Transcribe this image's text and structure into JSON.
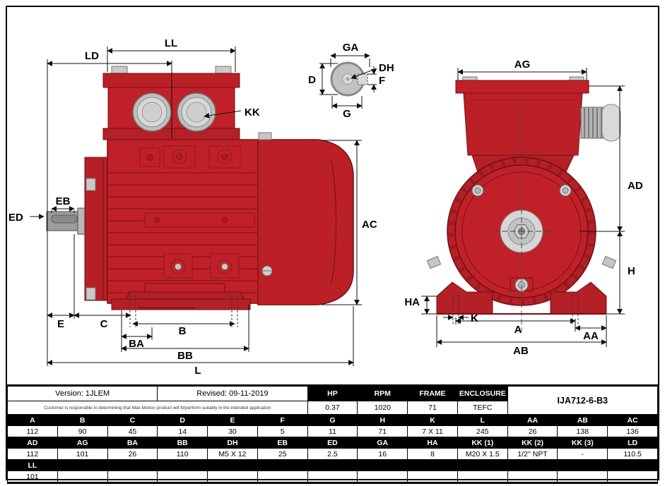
{
  "colors": {
    "motor_red": "#c02128",
    "motor_red_dark": "#8f161c",
    "motor_red_deep": "#701014",
    "metal_gray_light": "#d8d8d8",
    "metal_gray": "#c0c0c0",
    "line_black": "#1a1a1a",
    "header_bg": "#000000",
    "header_text": "#ffffff"
  },
  "drawing": {
    "side_view_labels": {
      "LD": "LD",
      "LL": "LL",
      "KK": "KK",
      "ED": "ED",
      "EB": "EB",
      "AC": "AC",
      "E": "E",
      "C": "C",
      "B": "B",
      "BA": "BA",
      "BB": "BB",
      "L": "L"
    },
    "shaft_view_labels": {
      "GA": "GA",
      "D": "D",
      "DH": "DH",
      "F": "F",
      "G": "G"
    },
    "front_view_labels": {
      "AG": "AG",
      "AD": "AD",
      "H": "H",
      "HA": "HA",
      "K": "K",
      "A": "A",
      "AA": "AA",
      "AB": "AB"
    }
  },
  "table": {
    "version": "Version: 1JLEM",
    "revised": "Revised: 09-11-2019",
    "disclaimer": "Customer is responsible in determining that Max Motion product will fit/perform suitably in the intended application",
    "model": "IJA712-6-B3",
    "spec_headers": [
      "HP",
      "RPM",
      "FRAME",
      "ENCLOSURE"
    ],
    "spec_values": [
      "0.37",
      "1020",
      "71",
      "TEFC"
    ],
    "dim_rows": [
      {
        "headers": [
          "A",
          "B",
          "C",
          "D",
          "E",
          "F",
          "G",
          "H",
          "K",
          "L",
          "AA",
          "AB",
          "AC"
        ],
        "values": [
          "112",
          "90",
          "45",
          "14",
          "30",
          "5",
          "11",
          "71",
          "7 X 11",
          "245",
          "26",
          "138",
          "136"
        ]
      },
      {
        "headers": [
          "AD",
          "AG",
          "BA",
          "BB",
          "DH",
          "EB",
          "ED",
          "GA",
          "HA",
          "KK (1)",
          "KK (2)",
          "KK (3)",
          "LD"
        ],
        "values": [
          "112",
          "101",
          "26",
          "110",
          "M5 X 12",
          "25",
          "2.5",
          "16",
          "8",
          "M20 X 1.5",
          "1/2'' NPT",
          "-",
          "110.5"
        ]
      },
      {
        "headers": [
          "LL",
          "",
          "",
          "",
          "",
          "",
          "",
          "",
          "",
          "",
          "",
          "",
          ""
        ],
        "values": [
          "101",
          "",
          "",
          "",
          "",
          "",
          "",
          "",
          "",
          "",
          "",
          "",
          ""
        ]
      }
    ]
  }
}
